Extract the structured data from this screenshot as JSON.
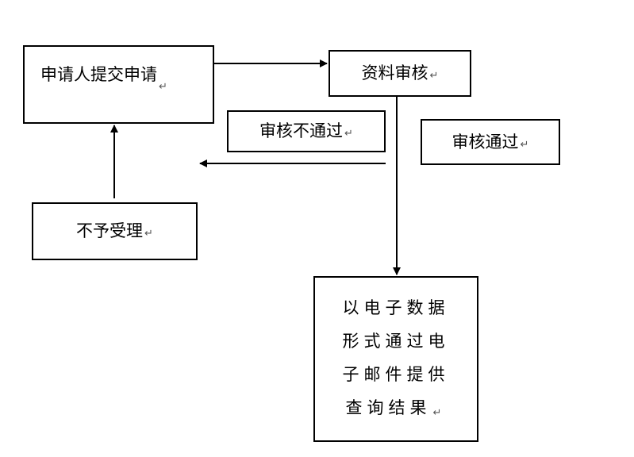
{
  "nodes": {
    "submit": {
      "label": "申请人提交申请"
    },
    "review": {
      "label": "资料审核"
    },
    "reject_note": {
      "label": "审核不通过"
    },
    "pass_note": {
      "label": "审核通过"
    },
    "refuse": {
      "label": "不予受理"
    },
    "result": {
      "line1": "以电子数据",
      "line2": "形式通过电",
      "line3": "子邮件提供",
      "line4": "查询结果"
    }
  },
  "paragraph_mark": "↵",
  "colors": {
    "line": "#000000",
    "box_border": "#000000",
    "background": "#ffffff"
  }
}
